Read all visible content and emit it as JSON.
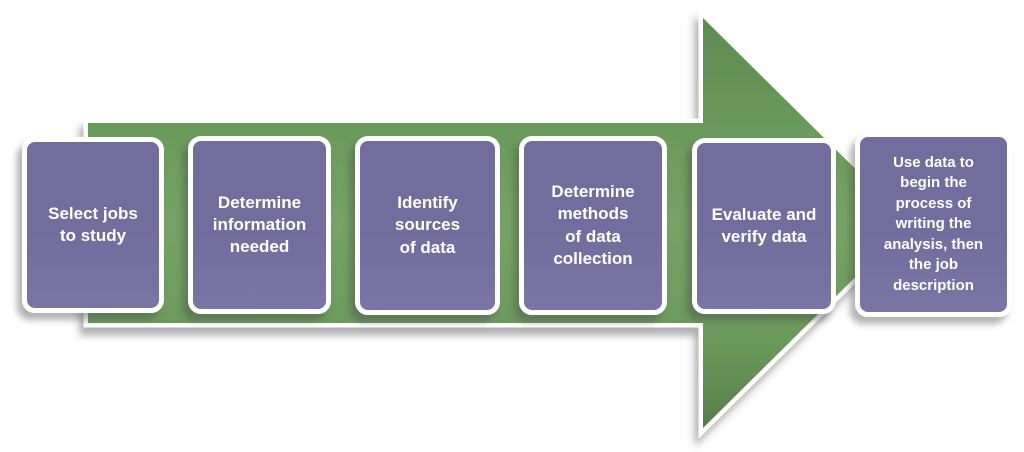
{
  "steps": [
    {
      "label": "Select jobs\nto study"
    },
    {
      "label": "Determine\ninformation\nneeded"
    },
    {
      "label": "Identify\nsources\nof data"
    },
    {
      "label": "Determine\nmethods\nof data\ncollection"
    },
    {
      "label": "Evaluate and\nverify data"
    },
    {
      "label": "Use data to\nbegin the\nprocess of\nwriting the\nanalysis, then\nthe job\ndescription"
    }
  ],
  "colors": {
    "green-light": "#75A366",
    "green-mid": "#6B9A5C",
    "green-dark": "#5E8B51",
    "green-deep": "#567F49",
    "purple": "#736D9E",
    "purple-light": "#7B75A6",
    "text": "#FFFFFF",
    "stroke": "#FFFFFF"
  }
}
